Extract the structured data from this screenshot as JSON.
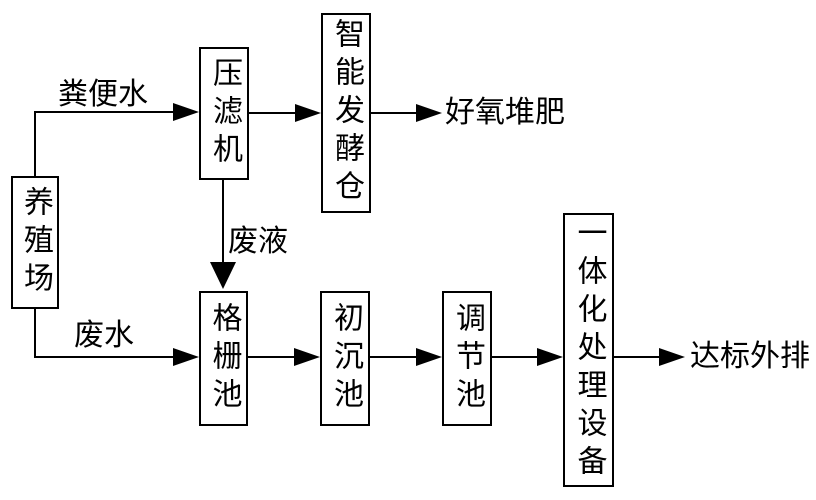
{
  "diagram": {
    "background_color": "#ffffff",
    "line_color": "#000000",
    "text_color": "#000000",
    "nodes": {
      "farm": {
        "label": "养殖场"
      },
      "filter_press": {
        "label": "压滤机"
      },
      "fermentation_silo": {
        "label": "智能发酵仓"
      },
      "grid_pool": {
        "label": "格栅池"
      },
      "primary_sedimentation_pool": {
        "label": "初沉池"
      },
      "regulating_pool": {
        "label": "调节池"
      },
      "integrated_treatment_equipment": {
        "label": "一体化处理设备"
      }
    },
    "edge_labels": {
      "manure_water": "粪便水",
      "waste_liquid": "废液",
      "wastewater": "废水"
    },
    "terminals": {
      "aerobic_composting": "好氧堆肥",
      "compliant_discharge": "达标外排"
    }
  }
}
